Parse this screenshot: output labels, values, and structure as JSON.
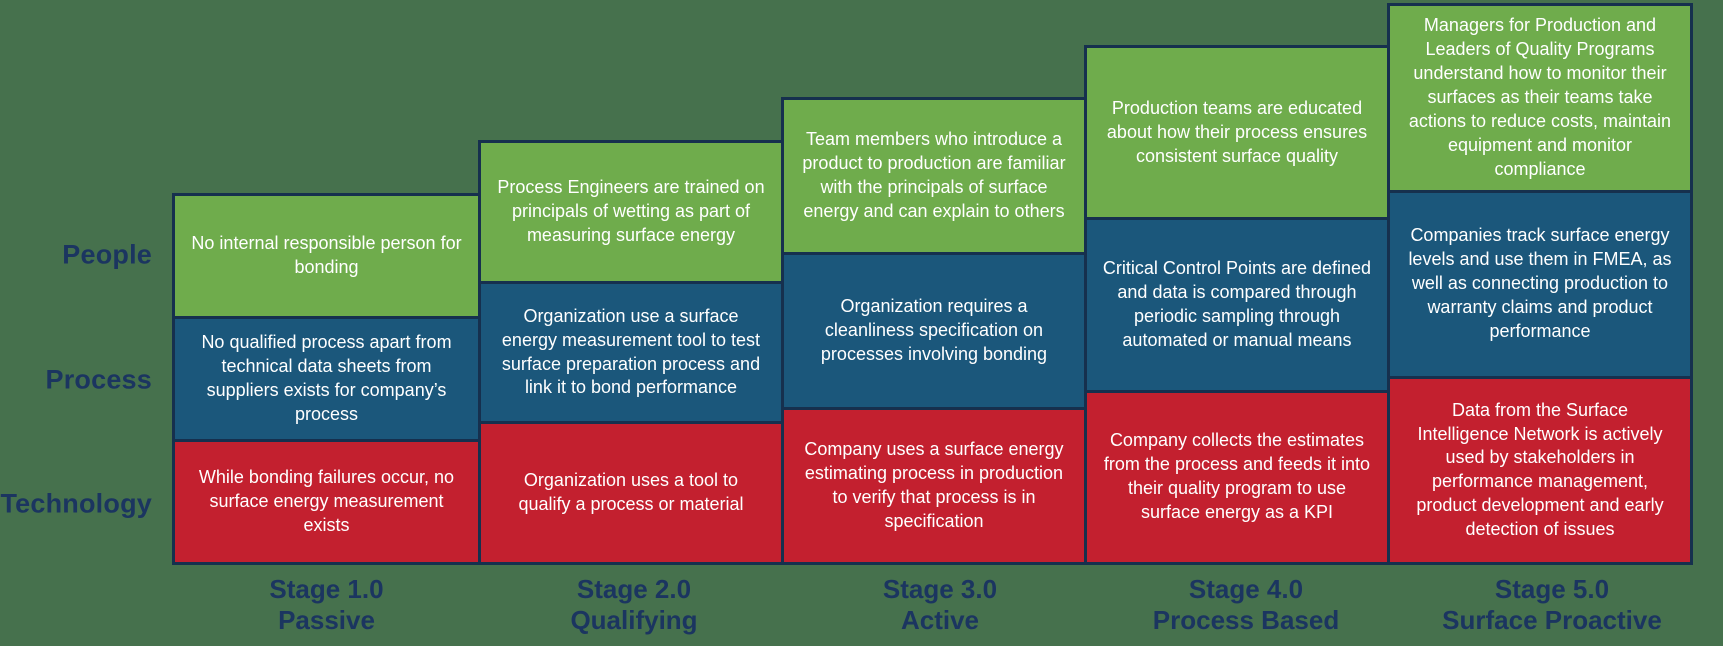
{
  "colors": {
    "background": "#46714D",
    "people_green": "#6FAC4C",
    "process_blue": "#1B577B",
    "technology_red": "#C3202F",
    "border_navy": "#16304E",
    "label_navy": "#1B3560",
    "cell_text": "#FFFFFF"
  },
  "rows": [
    {
      "label": "People"
    },
    {
      "label": "Process"
    },
    {
      "label": "Technology"
    }
  ],
  "stages": [
    {
      "stage_label": "Stage 1.0",
      "stage_name": "Passive",
      "people": "No internal responsible person for bonding",
      "process": "No qualified process apart from technical data sheets from suppliers exists for company’s process",
      "technology": "While bonding failures occur, no surface energy measurement exists"
    },
    {
      "stage_label": "Stage 2.0",
      "stage_name": "Qualifying",
      "people": "Process Engineers are trained on principals of wetting as part of measuring surface energy",
      "process": "Organization use a surface energy measurement tool to test surface preparation process and link it to bond performance",
      "technology": "Organization uses a tool to qualify a process or material"
    },
    {
      "stage_label": "Stage 3.0",
      "stage_name": "Active",
      "people": "Team members who introduce a product to production are familiar with the principals of surface energy and can explain to others",
      "process": "Organization requires a cleanliness specification on processes involving bonding",
      "technology": "Company uses a surface energy estimating process in production to verify that process is in specification"
    },
    {
      "stage_label": "Stage 4.0",
      "stage_name": "Process Based",
      "people": "Production teams are educated about how their process ensures consistent surface quality",
      "process": "Critical Control Points are defined and data is compared through periodic sampling through automated or manual means",
      "technology": "Company collects the estimates from the process and feeds it into their quality program to use surface energy as a KPI"
    },
    {
      "stage_label": "Stage 5.0",
      "stage_name": "Surface Proactive",
      "people": "Managers for Production and Leaders of Quality Programs understand how to monitor their surfaces as their teams take actions to reduce costs, maintain equipment and monitor compliance",
      "process": "Companies track surface energy levels and use them in FMEA, as well as connecting production to warranty claims and product performance",
      "technology": "Data from the Surface Intelligence Network is actively used by stakeholders in performance management, product development and early detection of issues"
    }
  ]
}
